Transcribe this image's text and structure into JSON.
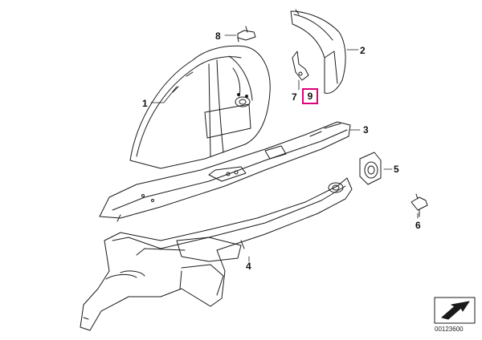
{
  "callouts": {
    "c1": "1",
    "c2": "2",
    "c3": "3",
    "c4": "4",
    "c5": "5",
    "c6": "6",
    "c7": "7",
    "c8": "8",
    "c9": "9"
  },
  "highlight_color": "#e0007a",
  "drawing_number": "00123600",
  "icons": {
    "orientation": "direction-arrow-icon"
  }
}
